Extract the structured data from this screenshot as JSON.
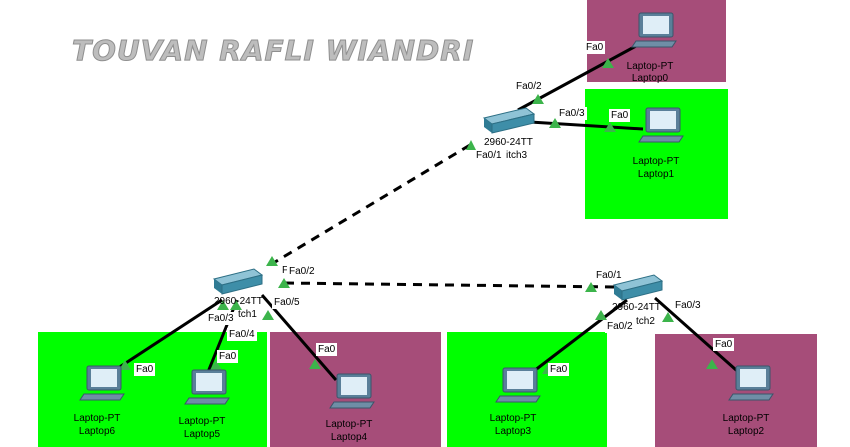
{
  "title": "TOUVAN RAFLI WIANDRI",
  "colors": {
    "green_zone": "#00ff00",
    "purple_zone": "#a64d79",
    "link_light": "#3cb44b",
    "switch_body": "#3e8ea8"
  },
  "switches": [
    {
      "id": "switch3",
      "model": "2960-24TT",
      "name": "itch3"
    },
    {
      "id": "switch1",
      "model": "2960-24TT",
      "name": "tch1"
    },
    {
      "id": "switch2",
      "model": "2960-24TT",
      "name": "tch2"
    }
  ],
  "laptops": [
    {
      "id": "laptop0",
      "model": "Laptop-PT",
      "name": "Laptop0",
      "port": "Fa0"
    },
    {
      "id": "laptop1",
      "model": "Laptop-PT",
      "name": "Laptop1",
      "port": "Fa0"
    },
    {
      "id": "laptop2",
      "model": "Laptop-PT",
      "name": "Laptop2",
      "port": "Fa0"
    },
    {
      "id": "laptop3",
      "model": "Laptop-PT",
      "name": "Laptop3",
      "port": "Fa0"
    },
    {
      "id": "laptop4",
      "model": "Laptop-PT",
      "name": "Laptop4",
      "port": "Fa0"
    },
    {
      "id": "laptop5",
      "model": "Laptop-PT",
      "name": "Laptop5",
      "port": "Fa0"
    },
    {
      "id": "laptop6",
      "model": "Laptop-PT",
      "name": "Laptop6",
      "port": "Fa0"
    }
  ],
  "switch_ports": {
    "sw3_to_laptop0": "Fa0/2",
    "sw3_to_laptop1": "Fa0/3",
    "sw3_to_sw1": "Fa0/1",
    "sw1_to_sw3_partial": "F",
    "sw1_to_sw2": "Fa0/2",
    "sw1_to_laptop6": "Fa0/3",
    "sw1_to_laptop5": "Fa0/4",
    "sw1_to_laptop4": "Fa0/5",
    "sw2_to_sw1": "Fa0/1",
    "sw2_to_laptop3": "Fa0/2",
    "sw2_to_laptop2": "Fa0/3"
  }
}
